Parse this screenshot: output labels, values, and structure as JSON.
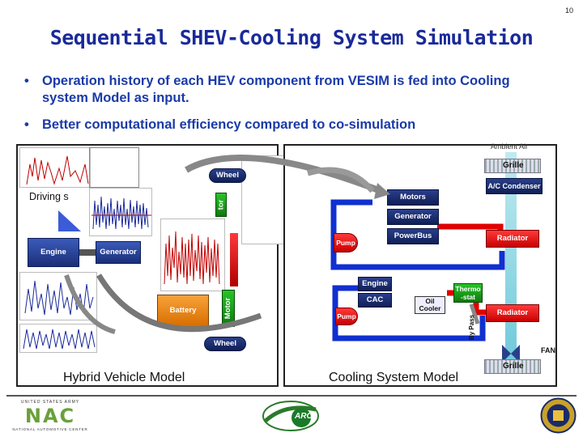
{
  "page_number": "10",
  "title": "Sequential SHEV-Cooling System Simulation",
  "bullets": [
    "Operation history of each HEV component from VESIM is fed into Cooling system Model as input.",
    "Better computational efficiency compared to co-simulation"
  ],
  "left_diagram": {
    "caption": "Hybrid Vehicle Model",
    "driving_label": "Driving s",
    "blocks": {
      "engine": "Engine",
      "generator": "Generator",
      "battery": "Battery",
      "motor": "Motor",
      "wheel_top": "Wheel",
      "wheel_bottom": "Wheel",
      "motor_partial": "tor"
    }
  },
  "right_diagram": {
    "caption": "Cooling System Model",
    "ambient_air": "Ambient Air",
    "grille_top": "Grille",
    "ac_condenser": "A/C Condenser",
    "motors": "Motors",
    "generator": "Generator",
    "powerbus": "PowerBus",
    "pump1": "Pump",
    "radiator1": "Radiator",
    "engine": "Engine",
    "cac": "CAC",
    "oil_cooler": "Oil Cooler",
    "thermostat": "Thermo -stat",
    "bypass": "By Pass",
    "pump2": "Pump",
    "radiator2": "Radiator",
    "fan": "FAN",
    "grille_bottom": "Grille"
  },
  "footer": {
    "nac_text": "NAC",
    "nac_top_line": "UNITED STATES ARMY",
    "nac_bottom_line": "NATIONAL AUTOMOTIVE CENTER",
    "arc_text": "ARC"
  },
  "colors": {
    "title": "#1a2a9a",
    "bullet": "#1a3aa8",
    "pipe_red": "#e00000",
    "pipe_blue": "#1030d0",
    "chart_line": "#c00000",
    "chart_line_blue": "#1a2a9a"
  }
}
